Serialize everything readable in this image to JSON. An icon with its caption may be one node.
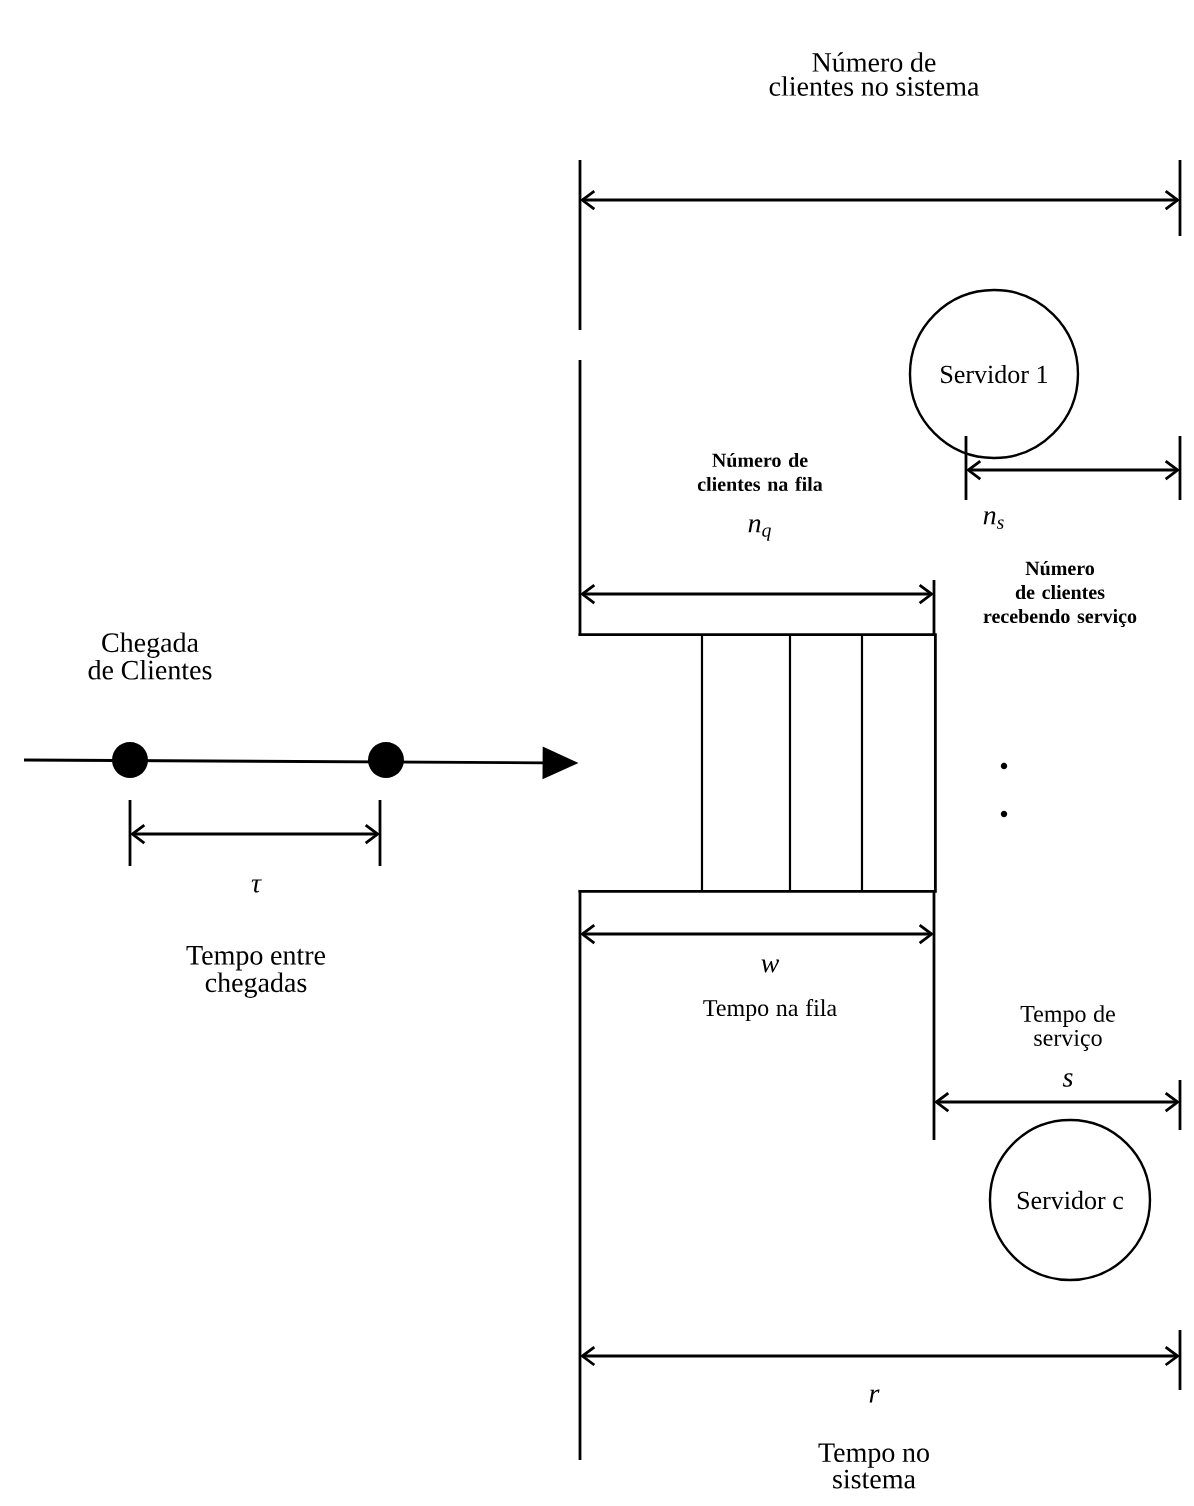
{
  "diagram": {
    "nodes": [
      {
        "text": [
          "Servidor 1"
        ]
      },
      {
        "text": [],
        "shape": "box"
      },
      {
        "text": [
          "Servidor c"
        ]
      }
    ],
    "edges": [
      {
        "from": null,
        "to": 1,
        "arrow": "to"
      }
    ],
    "labels": [
      "Número de clientes no sistema",
      "Número de clientes na fila",
      "n$_{q}$",
      "n$_{s}$",
      "Número de clientes recebendo serviço",
      "Chegada de Clientes",
      "τ",
      "Tempo entre chegadas",
      "w",
      "Tempo na fila",
      "Tempo de serviço",
      "s",
      "r",
      "Tempo no sistema"
    ]
  }
}
